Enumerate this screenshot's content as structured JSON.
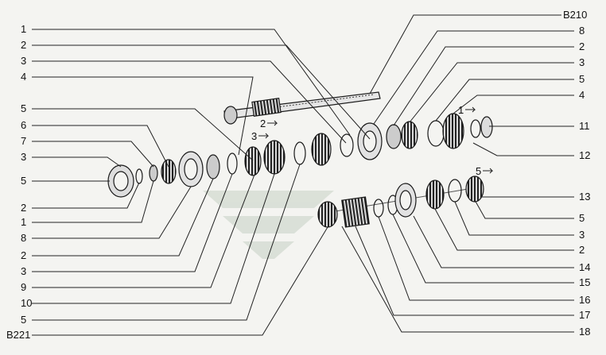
{
  "labels_left": [
    "1",
    "2",
    "3",
    "4",
    "5",
    "6",
    "7",
    "3",
    "5",
    "2",
    "1",
    "8",
    "2",
    "3",
    "9",
    "10",
    "5",
    "B221"
  ],
  "labels_right": [
    "B210",
    "8",
    "2",
    "3",
    "5",
    "4",
    "11",
    "12",
    "13",
    "5",
    "3",
    "2",
    "14",
    "15",
    "16",
    "17",
    "18"
  ],
  "callouts": [
    "2",
    "3",
    "1",
    "5"
  ]
}
